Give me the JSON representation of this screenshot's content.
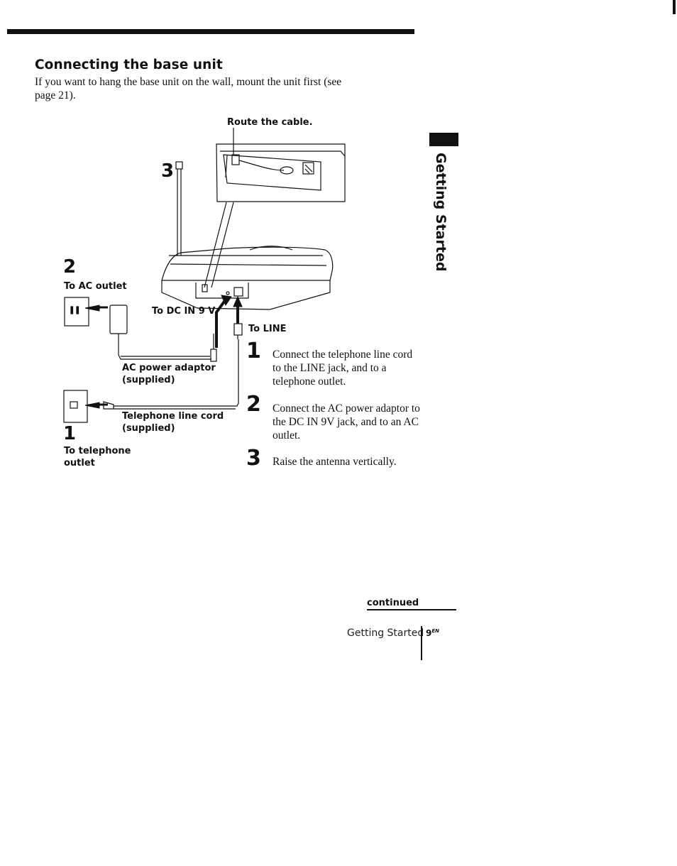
{
  "header": {
    "section_title": "Connecting the base unit"
  },
  "intro": "If you want to hang the base unit on the wall, mount the unit first (see page 21).",
  "side_tab": "Getting Started",
  "diagram": {
    "route_label": "Route the cable.",
    "num_1": "1",
    "num_2": "2",
    "num_3": "3",
    "to_ac_outlet": "To AC outlet",
    "to_dc_in": "To DC IN 9 V",
    "to_line": "To LINE",
    "ac_adaptor_line1": "AC power adaptor",
    "ac_adaptor_line2": "(supplied)",
    "tel_cord_line1": "Telephone line cord",
    "tel_cord_line2": "(supplied)",
    "to_tel_outlet_line1": "To telephone",
    "to_tel_outlet_line2": "outlet"
  },
  "steps": [
    {
      "num": "1",
      "text": "Connect the telephone line cord to the LINE jack, and to a telephone outlet."
    },
    {
      "num": "2",
      "text": "Connect the AC power adaptor to the DC IN 9V jack, and to an AC outlet."
    },
    {
      "num": "3",
      "text": "Raise the antenna vertically."
    }
  ],
  "footer": {
    "continued": "continued",
    "section": "Getting Started",
    "page_num": "9",
    "page_sup": "EN"
  }
}
